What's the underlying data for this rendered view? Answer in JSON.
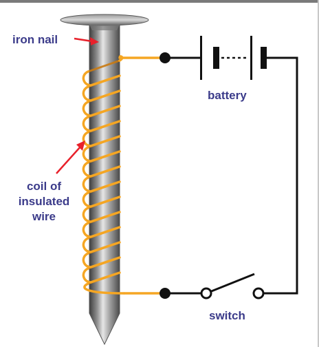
{
  "labels": {
    "iron_nail": "iron nail",
    "coil_line1": "coil of",
    "coil_line2": "insulated",
    "coil_line3": "wire",
    "battery": "battery",
    "switch": "switch"
  },
  "colors": {
    "label_text": "#3b3b8a",
    "arrow": "#e8212b",
    "coil_wire": "#f5a623",
    "circuit_wire": "#111111",
    "nail_dark": "#4a4a4a",
    "nail_light": "#e4e4e4"
  }
}
